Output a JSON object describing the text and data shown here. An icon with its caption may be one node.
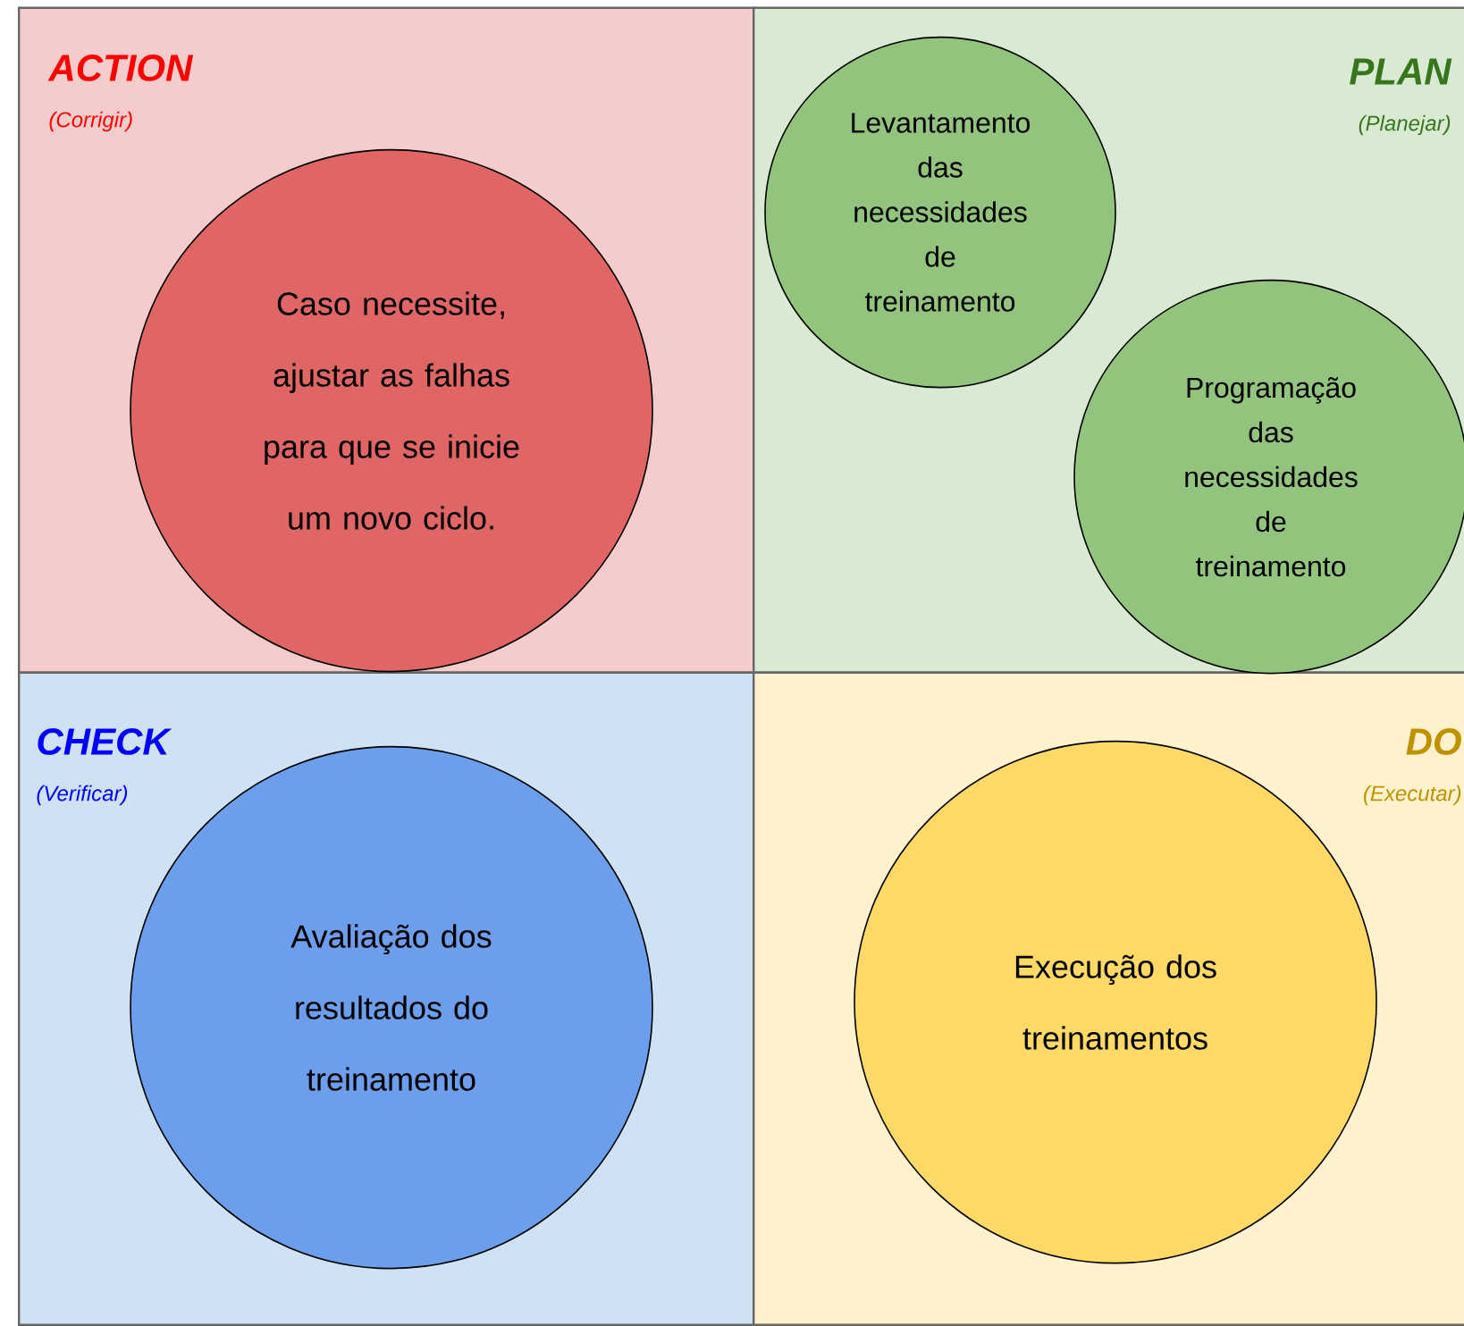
{
  "diagram": {
    "nodes": [
      {
        "text": [
          "ACTION",
          "(Corrigir)"
        ]
      },
      {
        "text": [
          "Caso necessite, ajustar as falhas para que se inicie um novo ciclo."
        ],
        "in": 0
      },
      {
        "text": [
          "PLAN",
          "(Planejar)"
        ]
      },
      {
        "text": [
          "Levantamento das necessidades de treinamento"
        ],
        "in": 2
      },
      {
        "text": [
          "Programação das necessidades de treinamento"
        ],
        "in": 2
      },
      {
        "text": [
          "CHECK",
          "(Verificar)"
        ]
      },
      {
        "text": [
          "Avaliação dos resultados do treinamento"
        ],
        "in": 5
      },
      {
        "text": [
          "DO",
          "(Executar)"
        ]
      },
      {
        "text": [
          "Execução dos treinamentos"
        ],
        "in": 7
      }
    ]
  }
}
